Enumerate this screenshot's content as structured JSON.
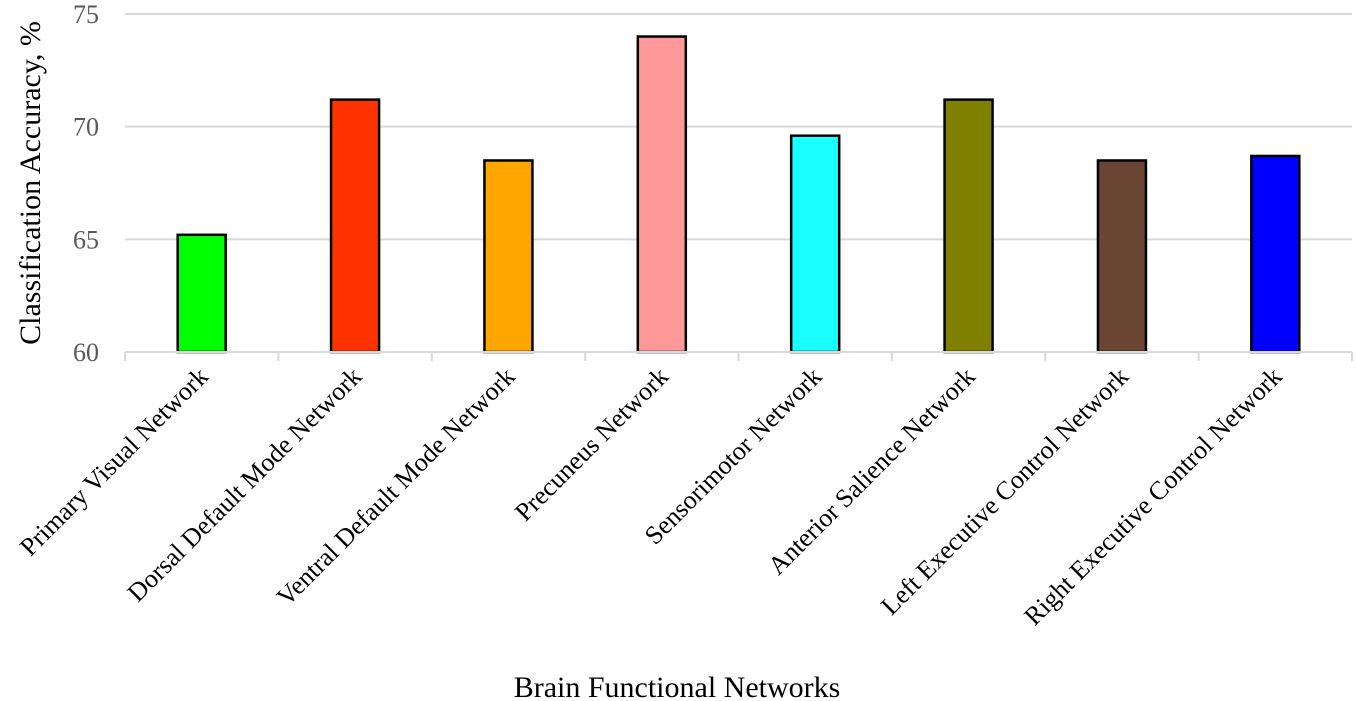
{
  "chart_data": {
    "type": "bar",
    "xlabel": "Brain Functional Networks",
    "ylabel": "Classification Accuracy, %",
    "ylim": [
      60,
      75
    ],
    "yticks": [
      60,
      65,
      70,
      75
    ],
    "grid": true,
    "categories": [
      "Primary Visual Network",
      "Dorsal Default Mode Network",
      "Ventral Default Mode Network",
      "Precuneus Network",
      "Sensorimotor Network",
      "Anterior Salience Network",
      "Left Executive Control Network",
      "Right Executive Control Network"
    ],
    "values": [
      65.2,
      71.2,
      68.5,
      74.0,
      69.6,
      71.2,
      68.5,
      68.7
    ],
    "colors": [
      "#00FF00",
      "#FF3300",
      "#FFA500",
      "#FF9999",
      "#1AFFFF",
      "#808000",
      "#6B4533",
      "#0000FF"
    ]
  }
}
